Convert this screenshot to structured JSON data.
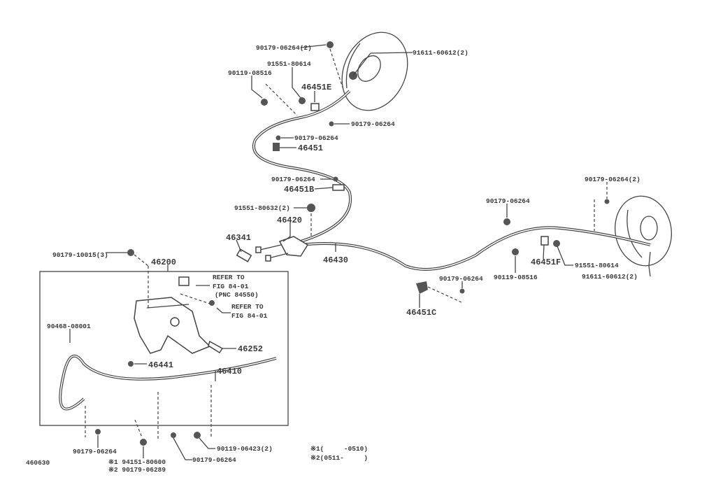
{
  "diagram_code": "460630",
  "labels": {
    "top_nut_2": "90179-06264(2)",
    "top_bolt_2": "91611-60612(2)",
    "top_bolt": "91551-80614",
    "top_clip": "90119-08516",
    "p46451E": "46451E",
    "top_nut": "90179-06264",
    "mid_nut1": "90179-06264",
    "p46451": "46451",
    "mid_nut2": "90179-06264",
    "p46451B": "46451B",
    "bolt_2": "91551-80632(2)",
    "p46420": "46420",
    "p46341": "46341",
    "p46430": "46430",
    "r_nut_2": "90179-06264(2)",
    "r_nut": "90179-06264",
    "p46451F": "46451F",
    "r_bolt": "91551-80614",
    "r_bolt_2": "91611-60612(2)",
    "r_nut_low": "90179-06264",
    "r_clip": "90119-08516",
    "p46451C": "46451C",
    "lever_nut_3": "90179-10015(3)",
    "p46200": "46200",
    "refer1_a": "REFER TO",
    "refer1_b": "FIG 84-01",
    "refer1_c": "(PNC 84550)",
    "refer2_a": "REFER TO",
    "refer2_b": "FIG 84-01",
    "pin": "90468-08001",
    "p46252": "46252",
    "p46441": "46441",
    "p46410": "46410",
    "b_nut1": "90179-06264",
    "b_bolt_2": "90119-06423(2)",
    "b_nut2": "90179-06264",
    "b_alt1": "※1 94151-80600",
    "b_alt2": "※2 90179-06289",
    "note1": "※1(     -0510)",
    "note2": "※2(0511-     )"
  }
}
